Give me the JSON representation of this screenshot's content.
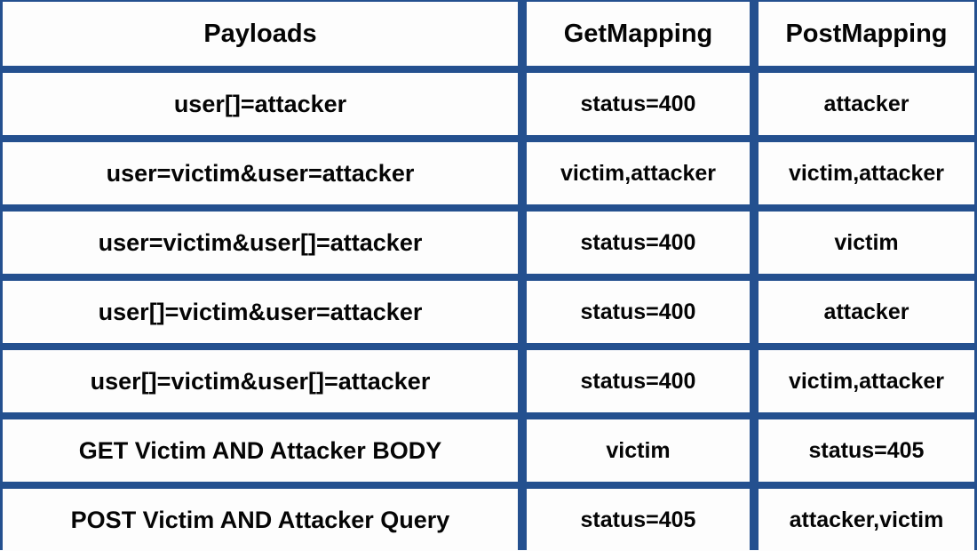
{
  "table": {
    "columns": [
      "Payloads",
      "GetMapping",
      "PostMapping"
    ],
    "rows": [
      {
        "payload": "user[]=attacker",
        "get_mapping": "status=400",
        "post_mapping": "attacker"
      },
      {
        "payload": "user=victim&user=attacker",
        "get_mapping": "victim,attacker",
        "post_mapping": "victim,attacker"
      },
      {
        "payload": "user=victim&user[]=attacker",
        "get_mapping": "status=400",
        "post_mapping": "victim"
      },
      {
        "payload": "user[]=victim&user=attacker",
        "get_mapping": "status=400",
        "post_mapping": "attacker"
      },
      {
        "payload": "user[]=victim&user[]=attacker",
        "get_mapping": "status=400",
        "post_mapping": "victim,attacker"
      },
      {
        "payload": "GET Victim AND Attacker BODY",
        "get_mapping": "victim",
        "post_mapping": "status=405"
      },
      {
        "payload": "POST Victim AND Attacker Query",
        "get_mapping": "status=405",
        "post_mapping": "attacker,victim"
      }
    ]
  },
  "colors": {
    "grid_border": "#24508f",
    "cell_background": "#fdfdfd",
    "text": "#050505"
  }
}
